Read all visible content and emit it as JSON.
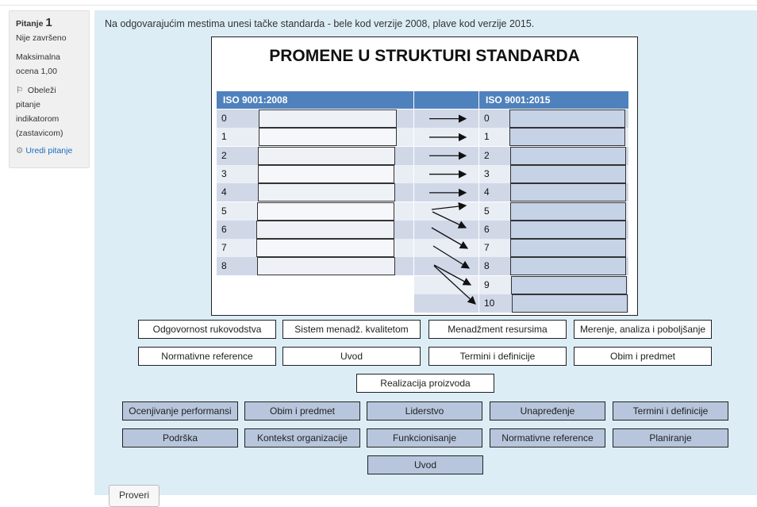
{
  "question_info": {
    "label": "Pitanje",
    "number": "1",
    "state": "Nije završeno",
    "grade_line1": "Maksimalna",
    "grade_line2": "ocena 1,00",
    "flag_lines": [
      "Obeleži",
      "pitanje",
      "indikatorom",
      "(zastavicom)"
    ],
    "edit_label": "Uredi pitanje"
  },
  "question_text": "Na odgovarajućim mestima unesi tačke standarda - bele kod verzije 2008, plave kod verzije 2015.",
  "diagram": {
    "title": "PROMENE U STRUKTURI STANDARDA",
    "left_header": "ISO 9001:2008",
    "right_header": "ISO 9001:2015",
    "left_rows": [
      "0",
      "1",
      "2",
      "3",
      "4",
      "5",
      "6",
      "7",
      "8"
    ],
    "right_rows": [
      "0",
      "1",
      "2",
      "3",
      "4",
      "5",
      "6",
      "7",
      "8",
      "9",
      "10"
    ]
  },
  "white_choices": [
    "Odgovornost rukovodstva",
    "Sistem menadž. kvalitetom",
    "Menadžment resursima",
    "Merenje, analiza i poboljšanje",
    "Normativne reference",
    "Uvod",
    "Termini i definicije",
    "Obim i predmet",
    "Realizacija proizvoda"
  ],
  "blue_choices": [
    "Ocenjivanje performansi",
    "Obim i predmet",
    "Liderstvo",
    "Unapređenje",
    "Termini i definicije",
    "Podrška",
    "Kontekst organizacije",
    "Funkcionisanje",
    "Normativne reference",
    "Planiranje",
    "Uvod"
  ],
  "check_button": "Proveri",
  "colors": {
    "header_blue": "#4f81bd",
    "row_dark": "#d0d8e8",
    "row_light": "#e9edf4",
    "content_bg": "#dcedf6",
    "chip_blue": "#b7c6dc"
  }
}
